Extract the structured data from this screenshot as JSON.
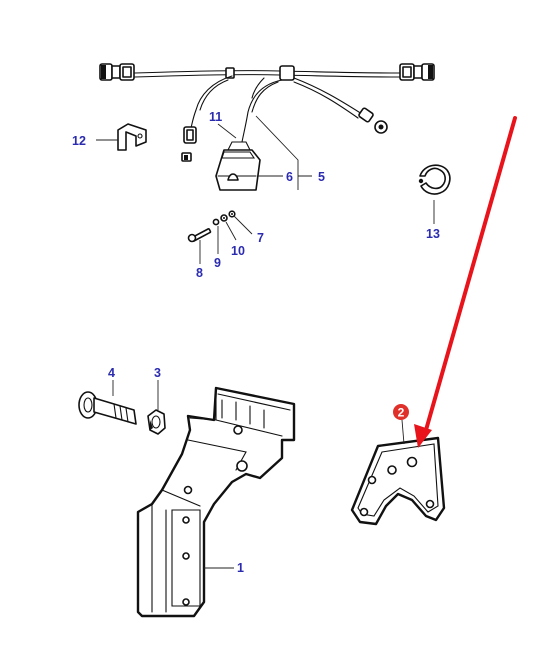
{
  "diagram": {
    "labels": {
      "p1": "1",
      "p2": "2",
      "p3": "3",
      "p4": "4",
      "p5": "5",
      "p6": "6",
      "p7": "7",
      "p8": "8",
      "p9": "9",
      "p10": "10",
      "p11": "11",
      "p12": "12",
      "p13": "13"
    },
    "colors": {
      "callout_text": "#2b2bb0",
      "highlight_badge": "#e0302a",
      "arrow": "#e8131b"
    }
  }
}
